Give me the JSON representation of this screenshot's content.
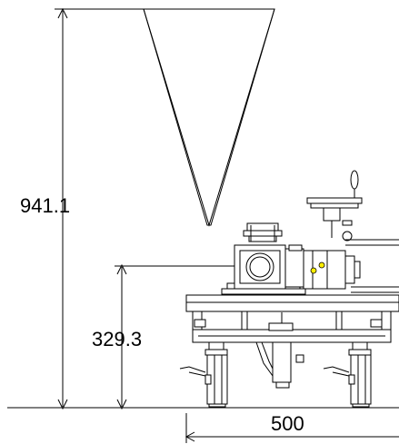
{
  "dimensions": {
    "total_height": "941.1",
    "axis_height": "329.3",
    "frame_width": "500"
  },
  "colors": {
    "line": "#000000",
    "marker": "#ffee00",
    "background": "#ffffff"
  }
}
